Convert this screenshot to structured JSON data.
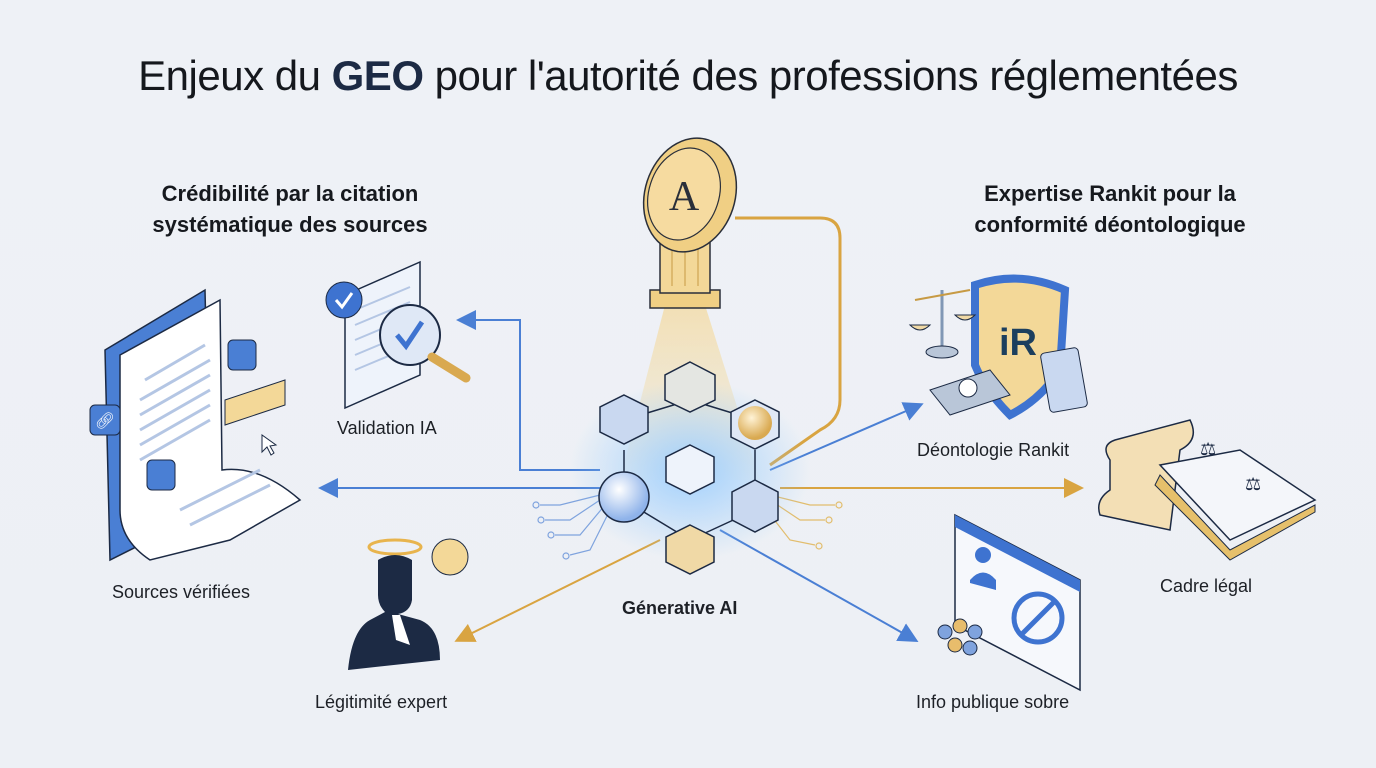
{
  "title": {
    "prefix": "Enjeux du ",
    "highlight": "GEO",
    "suffix": " pour l'autorité des professions réglementées"
  },
  "sections": {
    "left": {
      "heading_line1": "Crédibilité par la citation",
      "heading_line2": "systématique des sources"
    },
    "right": {
      "heading_line1": "Expertise Rankit pour la",
      "heading_line2": "conformité déontologique"
    }
  },
  "center": {
    "label": "Génerative AI",
    "icon": "ai-cube-network",
    "pillar_letter": "A"
  },
  "nodes": [
    {
      "id": "sources",
      "label": "Sources vérifiées",
      "icon": "linked-document-icon",
      "arrow_color": "#4a7fd4"
    },
    {
      "id": "validation",
      "label": "Validation IA",
      "icon": "magnifier-check-icon",
      "arrow_color": "#4a7fd4"
    },
    {
      "id": "expert",
      "label": "Légitimité expert",
      "icon": "expert-halo-icon",
      "arrow_color": "#d9a441"
    },
    {
      "id": "deontologie",
      "label": "Déontologie Rankit",
      "icon": "shield-scales-icon",
      "arrow_color": "#4a7fd4"
    },
    {
      "id": "cadre",
      "label": "Cadre légal",
      "icon": "law-book-scroll-icon",
      "arrow_color": "#d9a441"
    },
    {
      "id": "info",
      "label": "Info publique sobre",
      "icon": "no-advertising-icon",
      "arrow_color": "#4a7fd4"
    }
  ],
  "colors": {
    "blue": "#4a7fd4",
    "gold": "#d9a441",
    "navy": "#1c2a44",
    "background": "#eef1f6"
  }
}
